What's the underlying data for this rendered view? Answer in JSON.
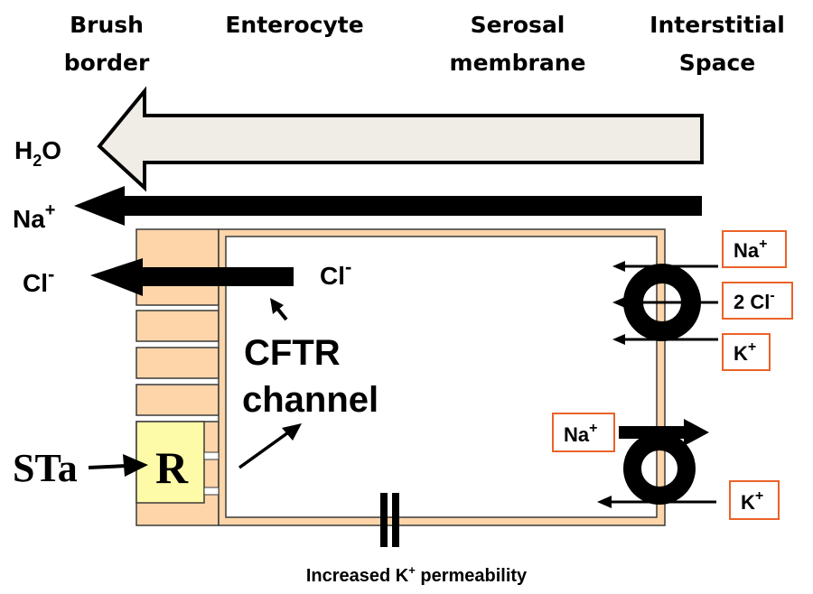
{
  "headers": {
    "brush_border": [
      "Brush",
      "border"
    ],
    "enterocyte": [
      "Enterocyte"
    ],
    "serosal_membrane": [
      "Serosal",
      "membrane"
    ],
    "interstitial_space": [
      "Interstitial",
      "Space"
    ]
  },
  "flows": {
    "water": {
      "base": "H",
      "sub": "2",
      "tail": "O"
    },
    "sodium": {
      "base": "Na",
      "sup": "+"
    },
    "chloride_out": {
      "base": "Cl",
      "sup": "-"
    },
    "chloride_in": {
      "base": "Cl",
      "sup": "-"
    }
  },
  "cftr": {
    "line1": "CFTR",
    "line2": "channel"
  },
  "toxin": {
    "label": "STa",
    "receptor": "R"
  },
  "cotransporter": {
    "ions": [
      {
        "base": "Na",
        "sup": "+"
      },
      {
        "base": "2 Cl",
        "sup": "-"
      },
      {
        "base": "K",
        "sup": "+"
      }
    ]
  },
  "pump": {
    "na": {
      "base": "Na",
      "sup": "+"
    },
    "k": {
      "base": "K",
      "sup": "+"
    }
  },
  "k_channel": {
    "before": "Increased K",
    "sup": "+",
    "after": " permeability"
  },
  "colors": {
    "membrane": "#FDD5A9",
    "receptor": "#FEFBA8",
    "water_arrow": "#EFEDE6",
    "label_border": "#EB6228",
    "outline": "#3A3A3A"
  }
}
